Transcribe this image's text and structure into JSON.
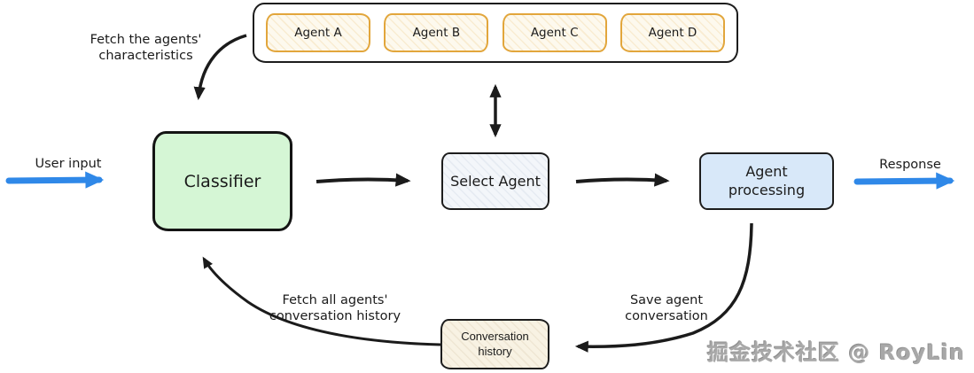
{
  "agents": {
    "items": [
      {
        "label": "Agent A"
      },
      {
        "label": "Agent B"
      },
      {
        "label": "Agent C"
      },
      {
        "label": "Agent D"
      }
    ],
    "border_color": "#e2a63c",
    "fill": "#fdf9ee"
  },
  "nodes": {
    "classifier": {
      "label": "Classifier",
      "fill": "#d5f6d5"
    },
    "select_agent": {
      "label": "Select Agent",
      "fill": "#f3f6fa"
    },
    "agent_processing": {
      "label": "Agent processing",
      "fill": "#d8e8f9"
    },
    "conversation_history": {
      "label": "Conversation history",
      "fill": "#f8f2e3"
    }
  },
  "annotations": {
    "fetch_characteristics": "Fetch the agents' characteristics",
    "user_input": "User input",
    "response": "Response",
    "fetch_history": "Fetch all agents' conversation history",
    "save_conversation": "Save agent conversation"
  },
  "colors": {
    "black_arrow": "#1b1b1b",
    "blue_arrow": "#2f88e8",
    "container_border": "#1d1d1d"
  },
  "watermark": "掘金技术社区 @ RoyLin"
}
